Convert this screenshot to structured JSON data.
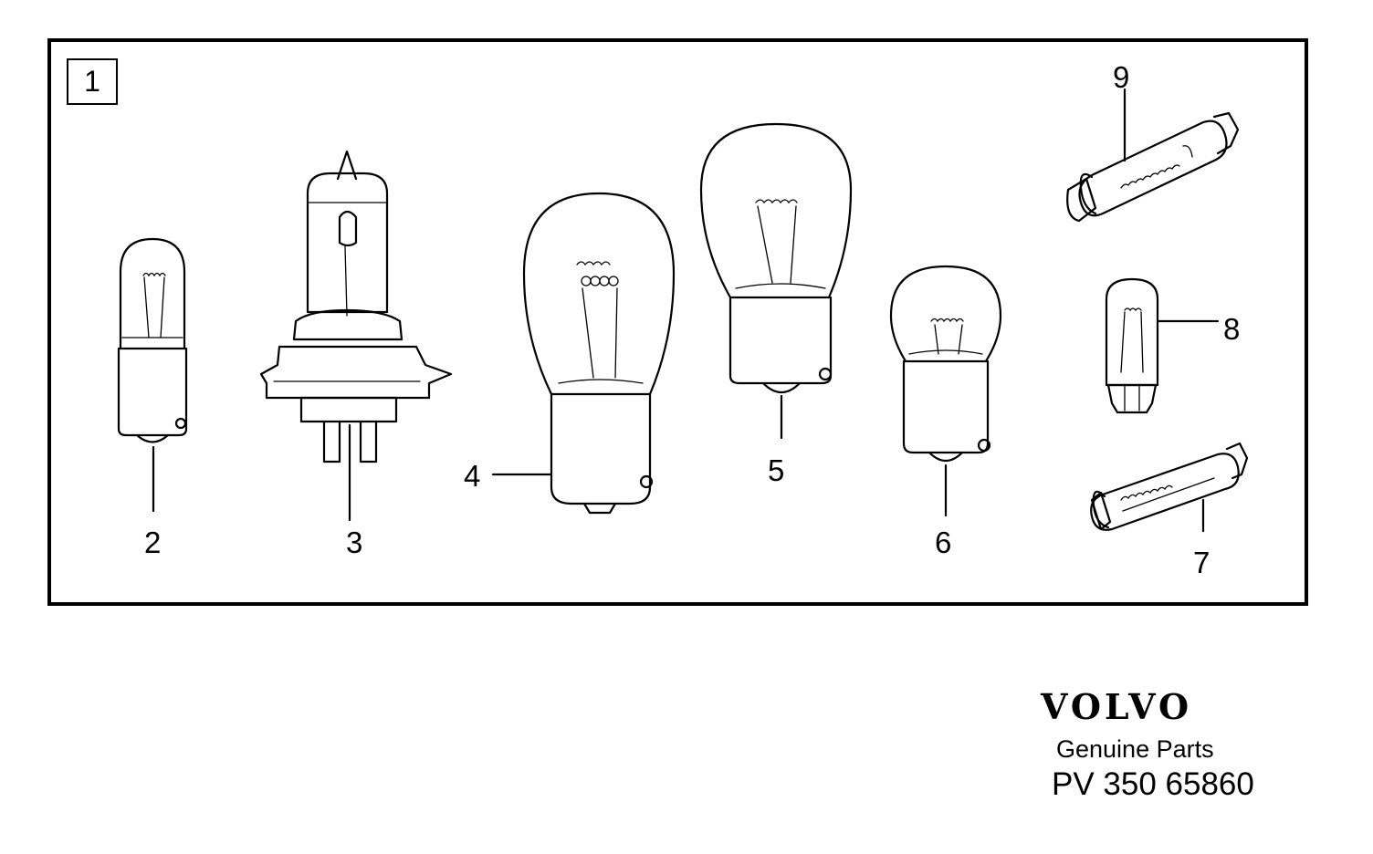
{
  "section_number": "1",
  "callouts": {
    "c2": "2",
    "c3": "3",
    "c4": "4",
    "c5": "5",
    "c6": "6",
    "c7": "7",
    "c8": "8",
    "c9": "9"
  },
  "branding": {
    "brand": "VOLVO",
    "tagline": "Genuine Parts",
    "part_number": "PV 350 65860"
  },
  "icons": [
    "bulb-2-icon",
    "bulb-3-halogen-icon",
    "bulb-4-icon",
    "bulb-5-icon",
    "bulb-6-icon",
    "bulb-7-festoon-icon",
    "bulb-8-wedge-icon",
    "bulb-9-festoon-icon"
  ]
}
